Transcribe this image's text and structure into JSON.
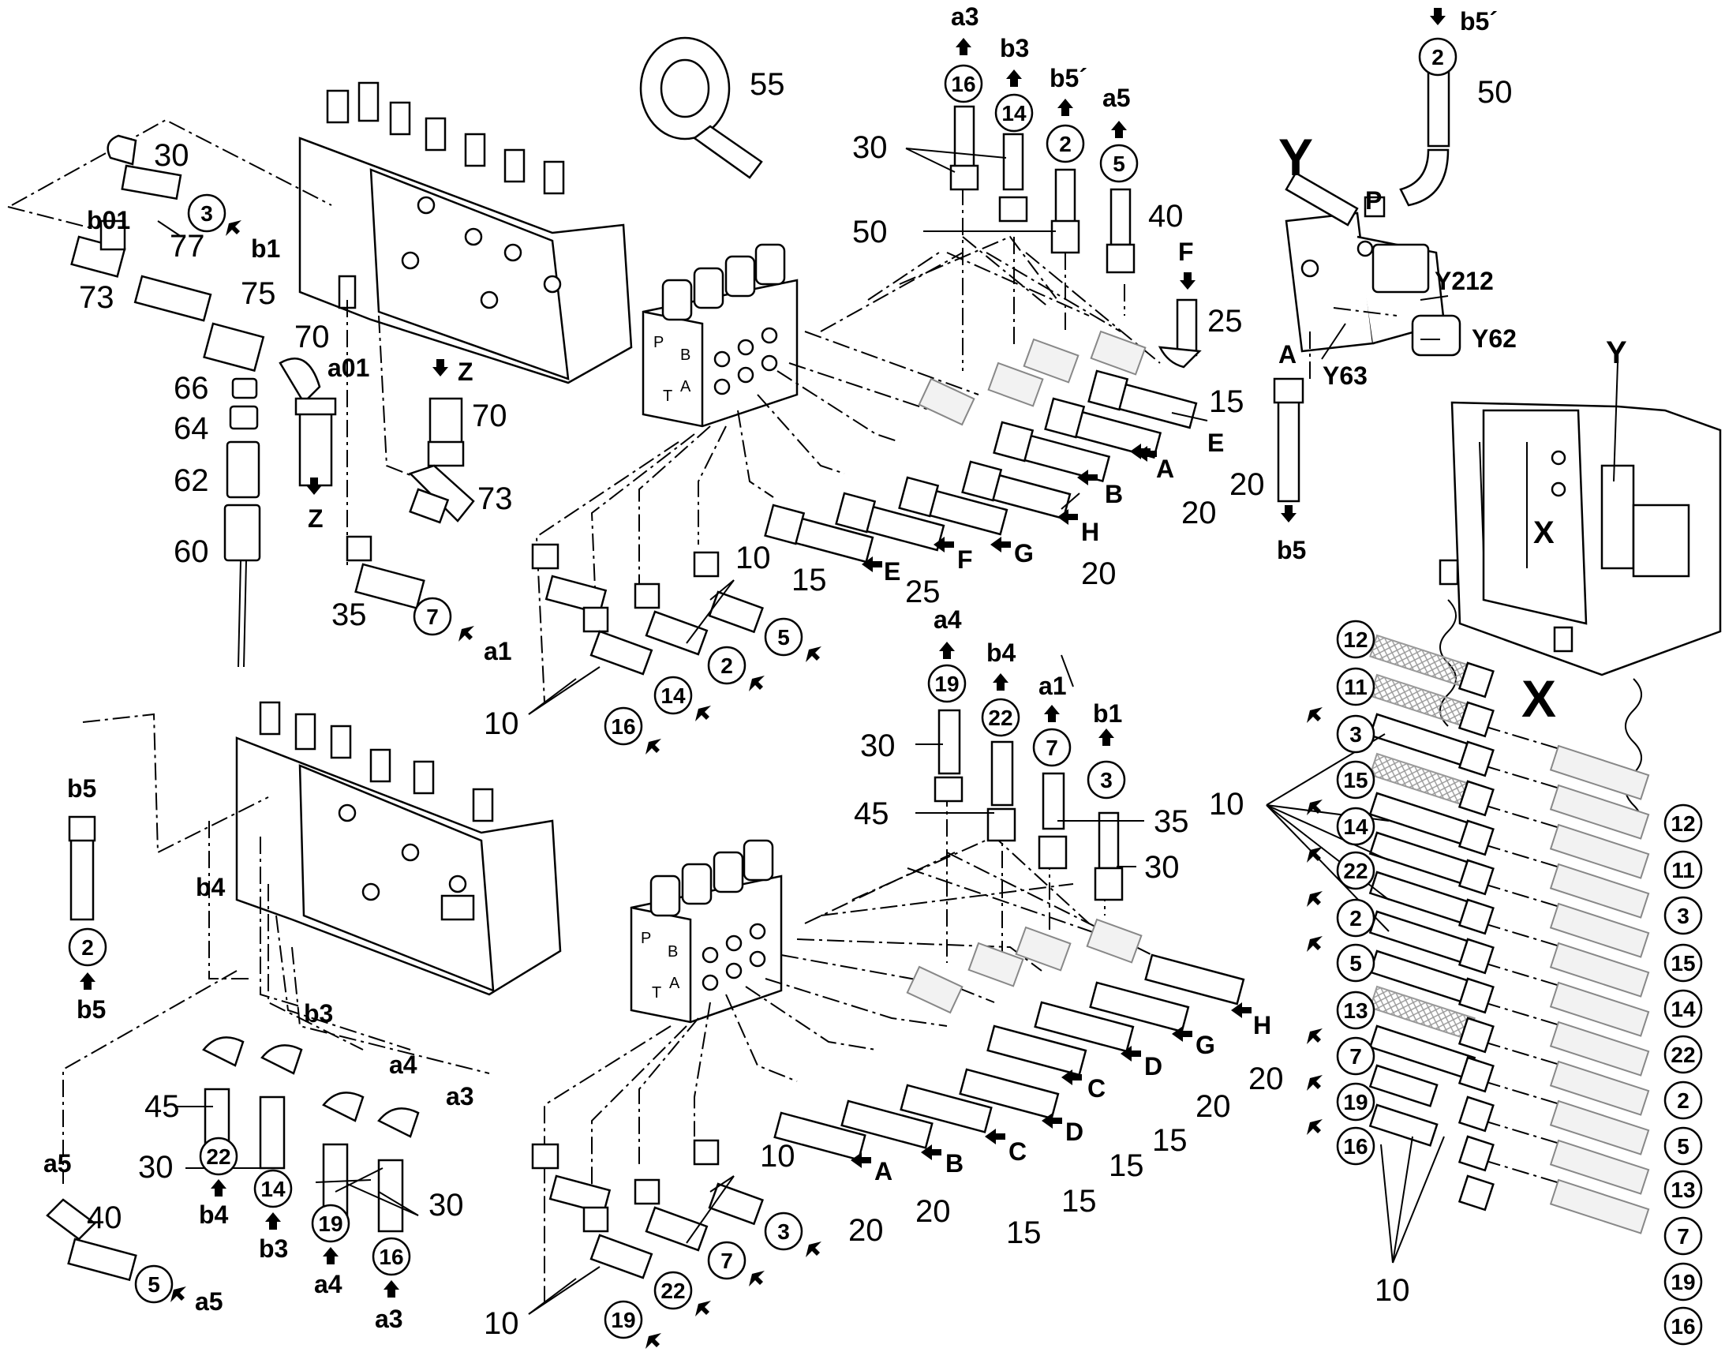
{
  "section_labels": {
    "Y": "Y",
    "X": "X",
    "Y_small": "Y",
    "X_small": "X"
  },
  "valve_labels": {
    "Y212": "Y212",
    "Y62": "Y62",
    "Y63": "Y63",
    "P": "P",
    "A": "A"
  },
  "block_ports": {
    "P": "P",
    "B": "B",
    "A": "A",
    "T": "T"
  },
  "part_numbers": {
    "n10": "10",
    "n15": "15",
    "n20": "20",
    "n25": "25",
    "n30": "30",
    "n35": "35",
    "n40": "40",
    "n45": "45",
    "n50": "50",
    "n55": "55",
    "n60": "60",
    "n62": "62",
    "n64": "64",
    "n66": "66",
    "n70": "70",
    "n73": "73",
    "n75": "75",
    "n77": "77"
  },
  "connection_labels": {
    "a1": "a1",
    "a3": "a3",
    "a4": "a4",
    "a5": "a5",
    "a01": "a01",
    "b1": "b1",
    "b3": "b3",
    "b4": "b4",
    "b5": "b5",
    "b5p": "b5´",
    "b01": "b01",
    "Z": "Z",
    "F": "F"
  },
  "port_letters": {
    "A": "A",
    "B": "B",
    "C": "C",
    "D": "D",
    "E": "E",
    "F": "F",
    "G": "G",
    "H": "H"
  },
  "circled_numbers": {
    "c2": "2",
    "c3": "3",
    "c5": "5",
    "c7": "7",
    "c11": "11",
    "c12": "12",
    "c13": "13",
    "c14": "14",
    "c15": "15",
    "c16": "16",
    "c19": "19",
    "c22": "22"
  }
}
